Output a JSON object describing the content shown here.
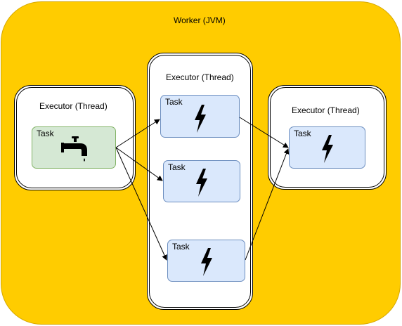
{
  "worker": {
    "label": "Worker (JVM)",
    "color": "#ffcc00"
  },
  "executors": {
    "left": {
      "label": "Executor (Thread)"
    },
    "middle": {
      "label": "Executor (Thread)"
    },
    "right": {
      "label": "Executor (Thread)"
    }
  },
  "tasks": {
    "spout": {
      "label": "Task",
      "icon": "faucet-icon",
      "color": "#d5e8d4"
    },
    "bolt_1": {
      "label": "Task",
      "icon": "lightning-bolt-icon",
      "color": "#dae8fc"
    },
    "bolt_2": {
      "label": "Task",
      "icon": "lightning-bolt-icon",
      "color": "#dae8fc"
    },
    "bolt_3": {
      "label": "Task",
      "icon": "lightning-bolt-icon",
      "color": "#dae8fc"
    },
    "bolt_4": {
      "label": "Task",
      "icon": "lightning-bolt-icon",
      "color": "#dae8fc"
    }
  }
}
